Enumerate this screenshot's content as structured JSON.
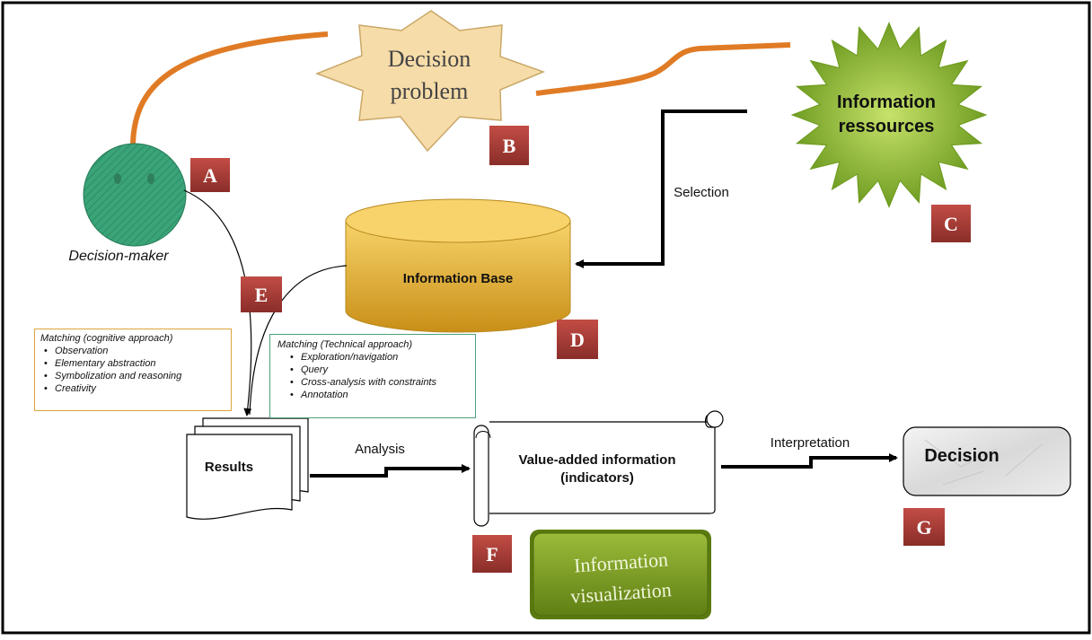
{
  "diagram": {
    "labels": {
      "decision_problem_line1": "Decision",
      "decision_problem_line2": "problem",
      "info_resources_line1": "Information",
      "info_resources_line2": "ressources",
      "decision_maker": "Decision-maker",
      "selection": "Selection",
      "information_base": "Information Base",
      "results": "Results",
      "analysis": "Analysis",
      "value_added_line1": "Value-added information",
      "value_added_line2": "(indicators)",
      "interpretation": "Interpretation",
      "decision": "Decision",
      "info_vis_line1": "Information",
      "info_vis_line2": "visualization"
    },
    "markers": {
      "a": "A",
      "b": "B",
      "c": "C",
      "d": "D",
      "e": "E",
      "f": "F",
      "g": "G"
    },
    "cognitive_box": {
      "title": "Matching (cognitive approach)",
      "items": [
        "Observation",
        "Elementary abstraction",
        "Symbolization and reasoning",
        "Creativity"
      ]
    },
    "technical_box": {
      "title": "Matching (Technical approach)",
      "items": [
        "Exploration/navigation",
        "Query",
        "Cross-analysis with constraints",
        "Annotation"
      ]
    },
    "colors": {
      "marker_red": "#a33a36",
      "connector_orange": "#e07b25",
      "face_green": "#2e9a6e",
      "starburst_green": "#8cb82b",
      "star_beige": "#f6dca8",
      "cylinder_gold": "#e8b63a",
      "vis_green": "#7a9a1e"
    }
  }
}
